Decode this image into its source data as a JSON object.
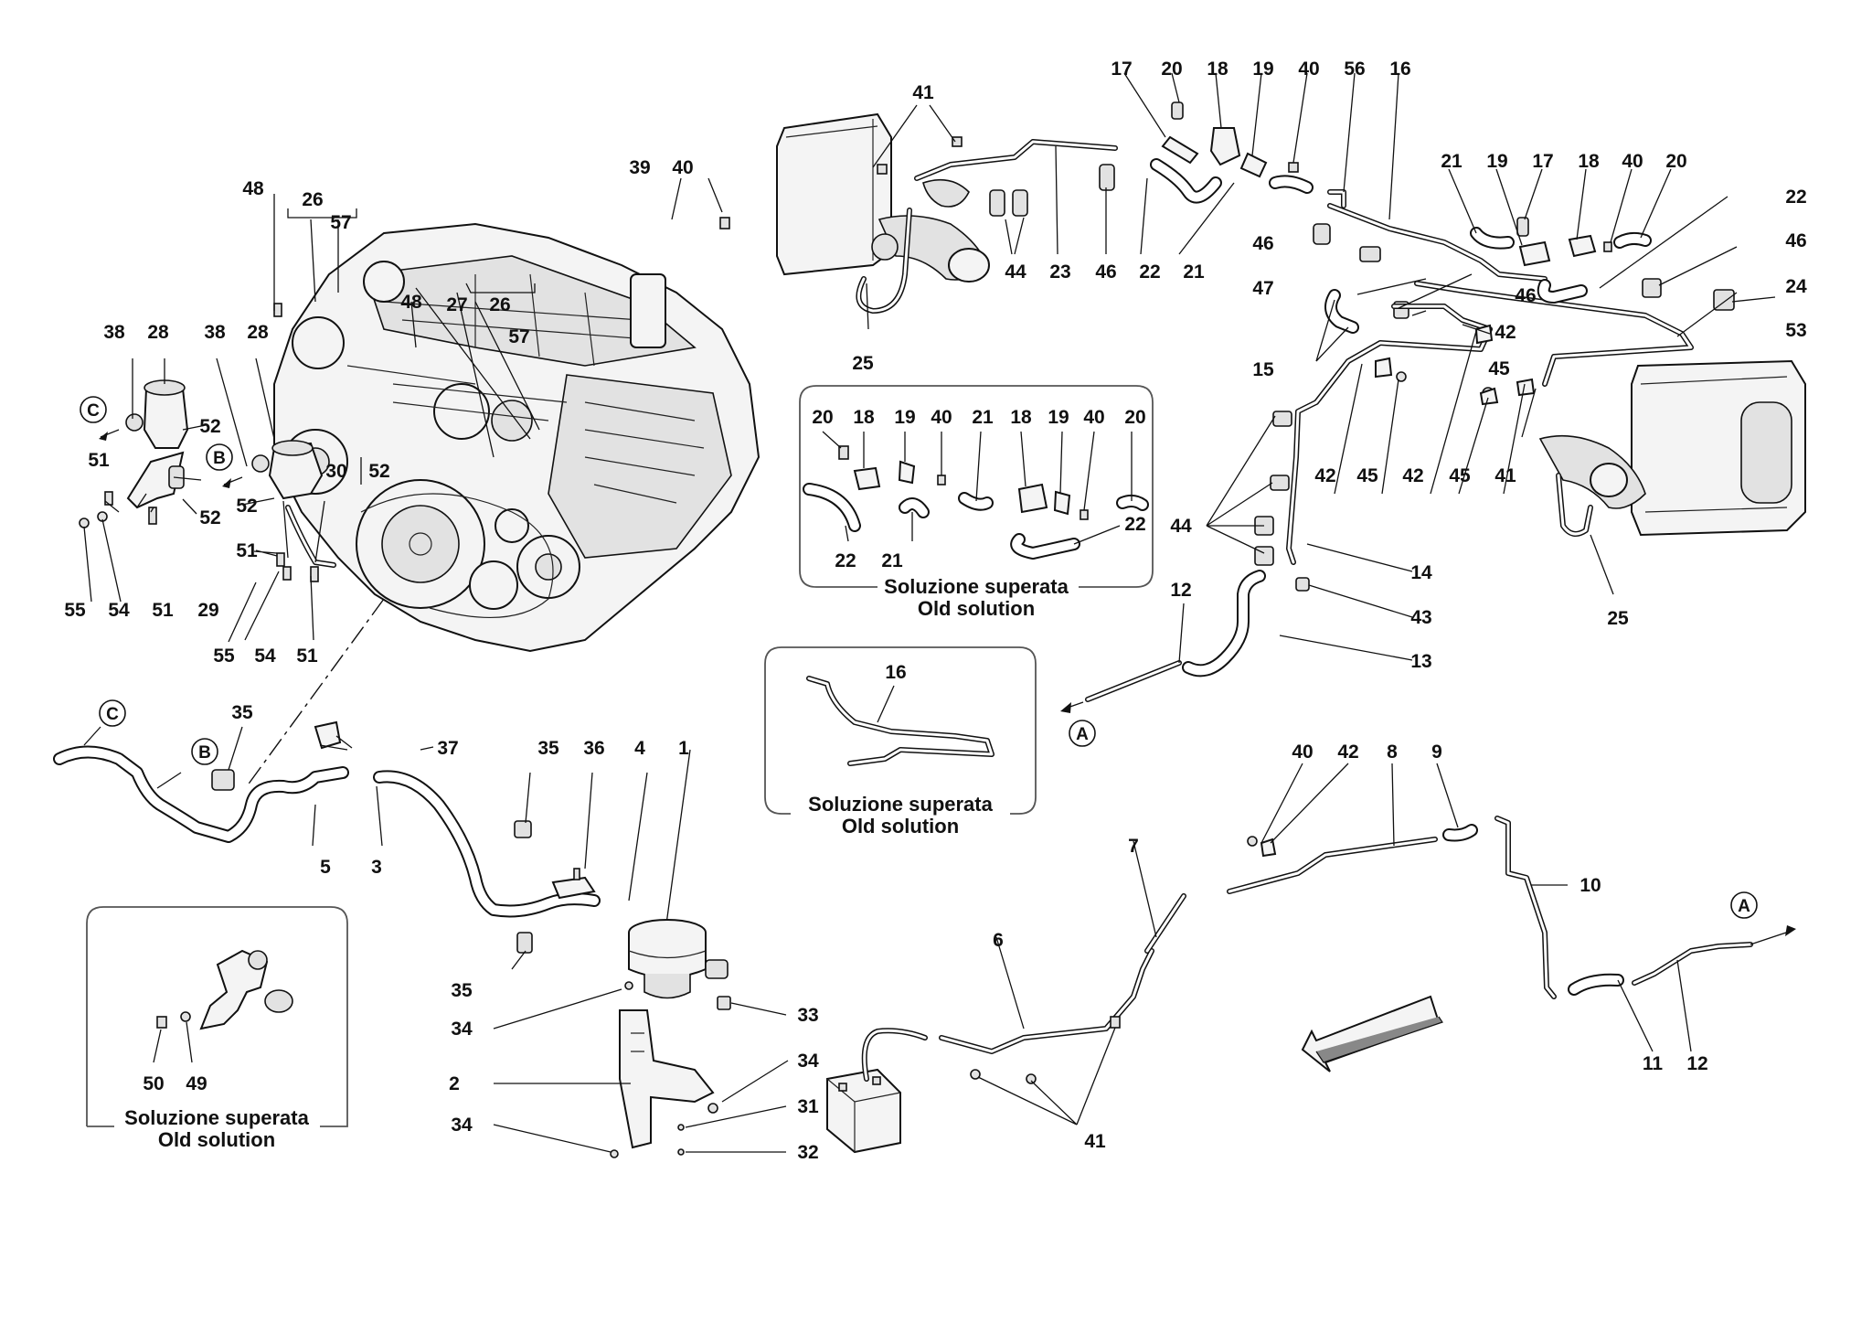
{
  "diagram": {
    "callouts": {
      "n1": "1",
      "n2": "2",
      "n3": "3",
      "n4": "4",
      "n5": "5",
      "n6": "6",
      "n7": "7",
      "n8": "8",
      "n9": "9",
      "n10": "10",
      "n11": "11",
      "n12": "12",
      "n13": "13",
      "n14": "14",
      "n15": "15",
      "n16": "16",
      "n17": "17",
      "n18": "18",
      "n19": "19",
      "n20": "20",
      "n21": "21",
      "n22": "22",
      "n23": "23",
      "n24": "24",
      "n25": "25",
      "n26": "26",
      "n27": "27",
      "n28": "28",
      "n29": "29",
      "n30": "30",
      "n31": "31",
      "n32": "32",
      "n33": "33",
      "n34": "34",
      "n35": "35",
      "n36": "36",
      "n37": "37",
      "n38": "38",
      "n39": "39",
      "n40": "40",
      "n41": "41",
      "n42": "42",
      "n43": "43",
      "n44": "44",
      "n45": "45",
      "n46": "46",
      "n47": "47",
      "n48": "48",
      "n49": "49",
      "n50": "50",
      "n51": "51",
      "n52": "52",
      "n53": "53",
      "n54": "54",
      "n55": "55",
      "n56": "56",
      "n57": "57"
    },
    "connection_refs": {
      "a": "A",
      "b": "B",
      "c": "C"
    },
    "inset_caption": {
      "line1": "Soluzione superata",
      "line2": "Old solution"
    }
  }
}
